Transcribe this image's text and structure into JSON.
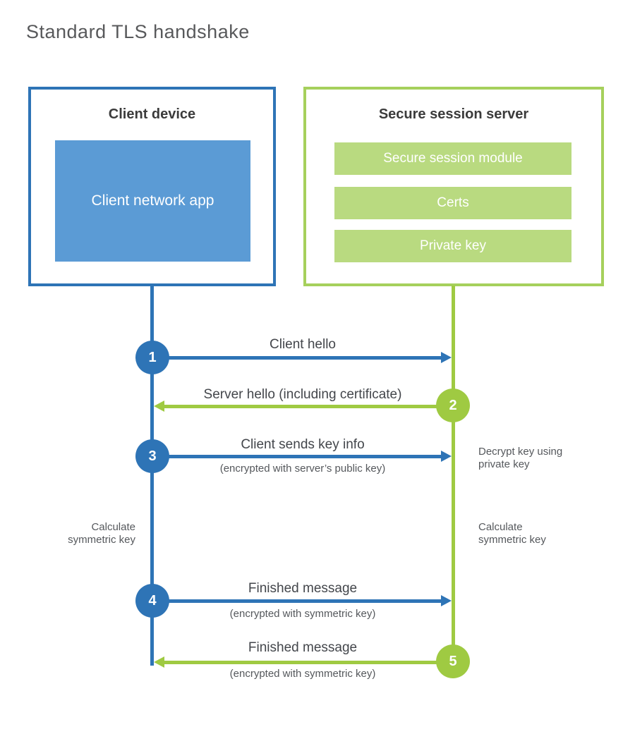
{
  "title": "Standard TLS handshake",
  "client": {
    "title": "Client device",
    "module": "Client network app"
  },
  "server": {
    "title": "Secure session server",
    "modules": [
      "Secure session module",
      "Certs",
      "Private key"
    ]
  },
  "steps": [
    {
      "num": "1",
      "label": "Client hello",
      "direction": "client-to-server"
    },
    {
      "num": "2",
      "label": "Server hello (including certificate)",
      "direction": "server-to-client"
    },
    {
      "num": "3",
      "label": "Client sends key info",
      "sublabel": "(encrypted with server’s public key)",
      "direction": "client-to-server",
      "note": "Decrypt key using private key"
    },
    {
      "num": "4",
      "label": "Finished message",
      "sublabel": "(encrypted with symmetric key)",
      "direction": "client-to-server"
    },
    {
      "num": "5",
      "label": "Finished message",
      "sublabel": "(encrypted with symmetric key)",
      "direction": "server-to-client"
    }
  ],
  "annotations": {
    "calculate_left": "Calculate symmetric key",
    "calculate_right": "Calculate symmetric key"
  },
  "colors": {
    "blue_stroke": "#2e74b6",
    "blue_fill": "#5b9bd5",
    "green_stroke": "#9fca42",
    "green_border": "#a6d05c",
    "green_fill": "#b9da80"
  }
}
